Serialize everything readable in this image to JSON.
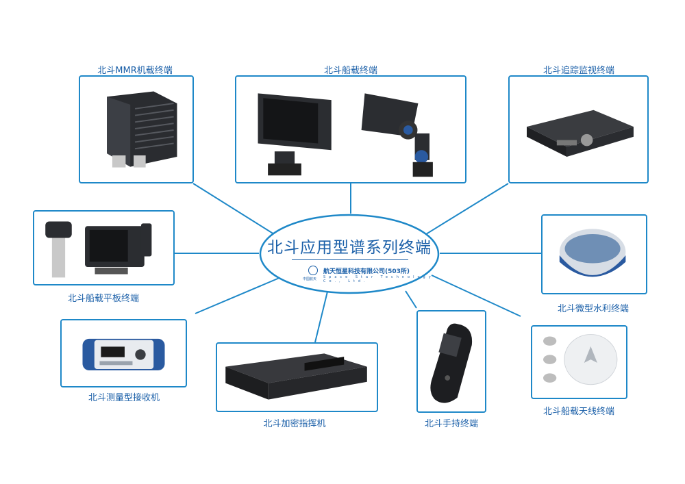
{
  "hub": {
    "title": "北斗应用型谱系列终端",
    "org_name": "航天恒星科技有限公司(503所)",
    "org_name_en": "Space  Star  Technology  Co.,  Ltd.",
    "logo_caption": "中国航天"
  },
  "products": [
    {
      "label": "北斗MMR机载终端"
    },
    {
      "label": "北斗船载终端"
    },
    {
      "label": "北斗追踪监视终端"
    },
    {
      "label": "北斗船载平板终端"
    },
    {
      "label": "北斗微型水利终端"
    },
    {
      "label": "北斗测量型接收机"
    },
    {
      "label": "北斗加密指挥机"
    },
    {
      "label": "北斗手持终端"
    },
    {
      "label": "北斗船载天线终端"
    }
  ],
  "colors": {
    "accent": "#1e88c8",
    "text": "#1a5fa8"
  }
}
